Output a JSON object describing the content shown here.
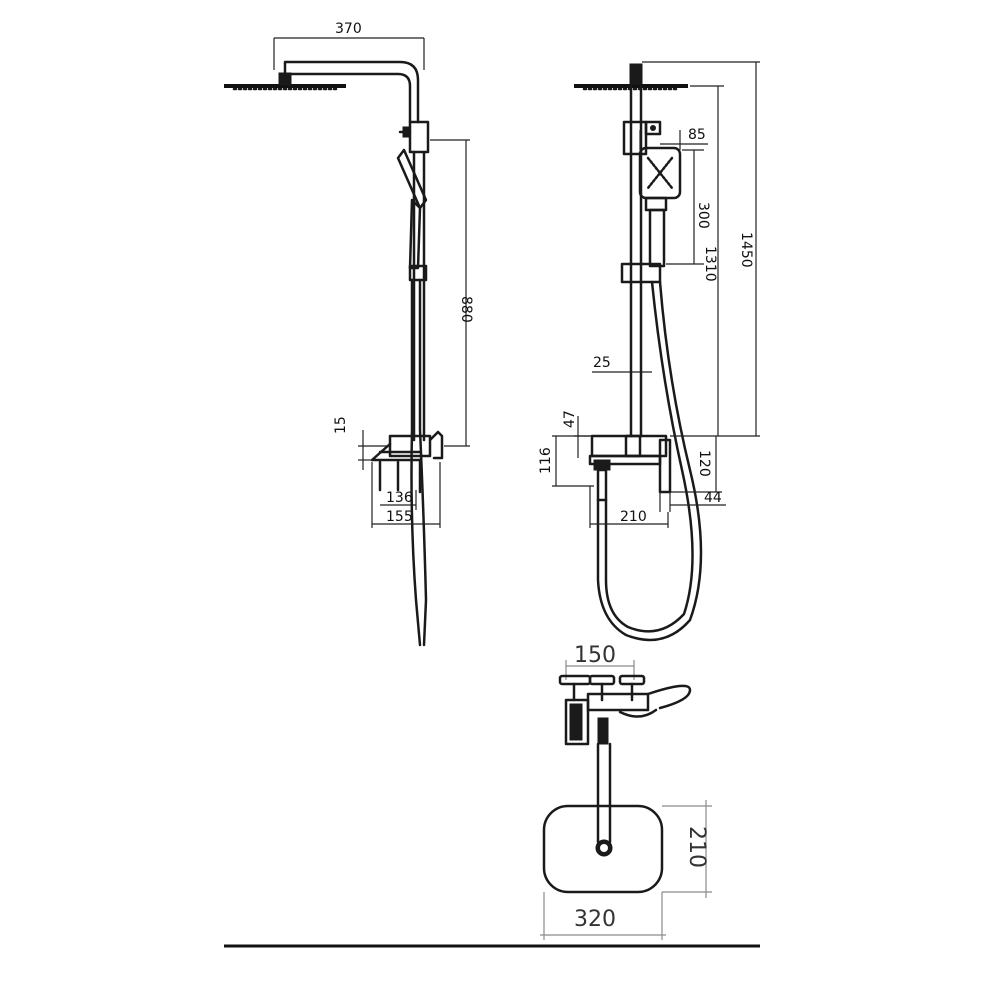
{
  "dimensions": {
    "side": {
      "arm_length": "370",
      "height_880": "880",
      "lever_15": "15",
      "depth_136": "136",
      "depth_155": "155"
    },
    "front": {
      "hand_width": "85",
      "hand_length": "300",
      "height_1310": "1310",
      "height_1450": "1450",
      "pipe_25": "25",
      "body_47": "47",
      "body_116": "116",
      "body_120": "120",
      "offset_44": "44",
      "spout_210": "210"
    },
    "top": {
      "centers_150": "150",
      "head_210": "210",
      "head_320": "320"
    }
  }
}
